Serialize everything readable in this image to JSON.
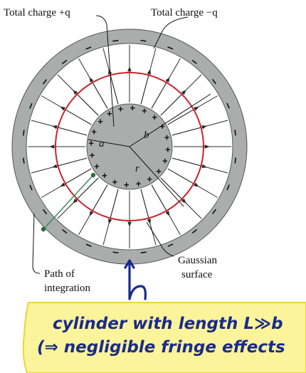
{
  "labels": {
    "outer_charge": "Total charge −q",
    "inner_charge": "Total charge +q",
    "inner_radius": "a",
    "outer_radius": "b",
    "gauss_radius": "r",
    "path_label_line1": "Path of",
    "path_label_line2": "integration",
    "gauss_label_line1": "Gaussian",
    "gauss_label_line2": "surface"
  },
  "annotation": {
    "line1": "cylinder with length L≫b",
    "line2": "(⇒ negligible fringe effects"
  },
  "colors": {
    "shell": "#a9aeac",
    "gauss_circle": "#c8242c",
    "annotation_ink": "#1a2a8c",
    "highlight": "#fbf49a",
    "highlight_edge": "#e8d63a"
  }
}
